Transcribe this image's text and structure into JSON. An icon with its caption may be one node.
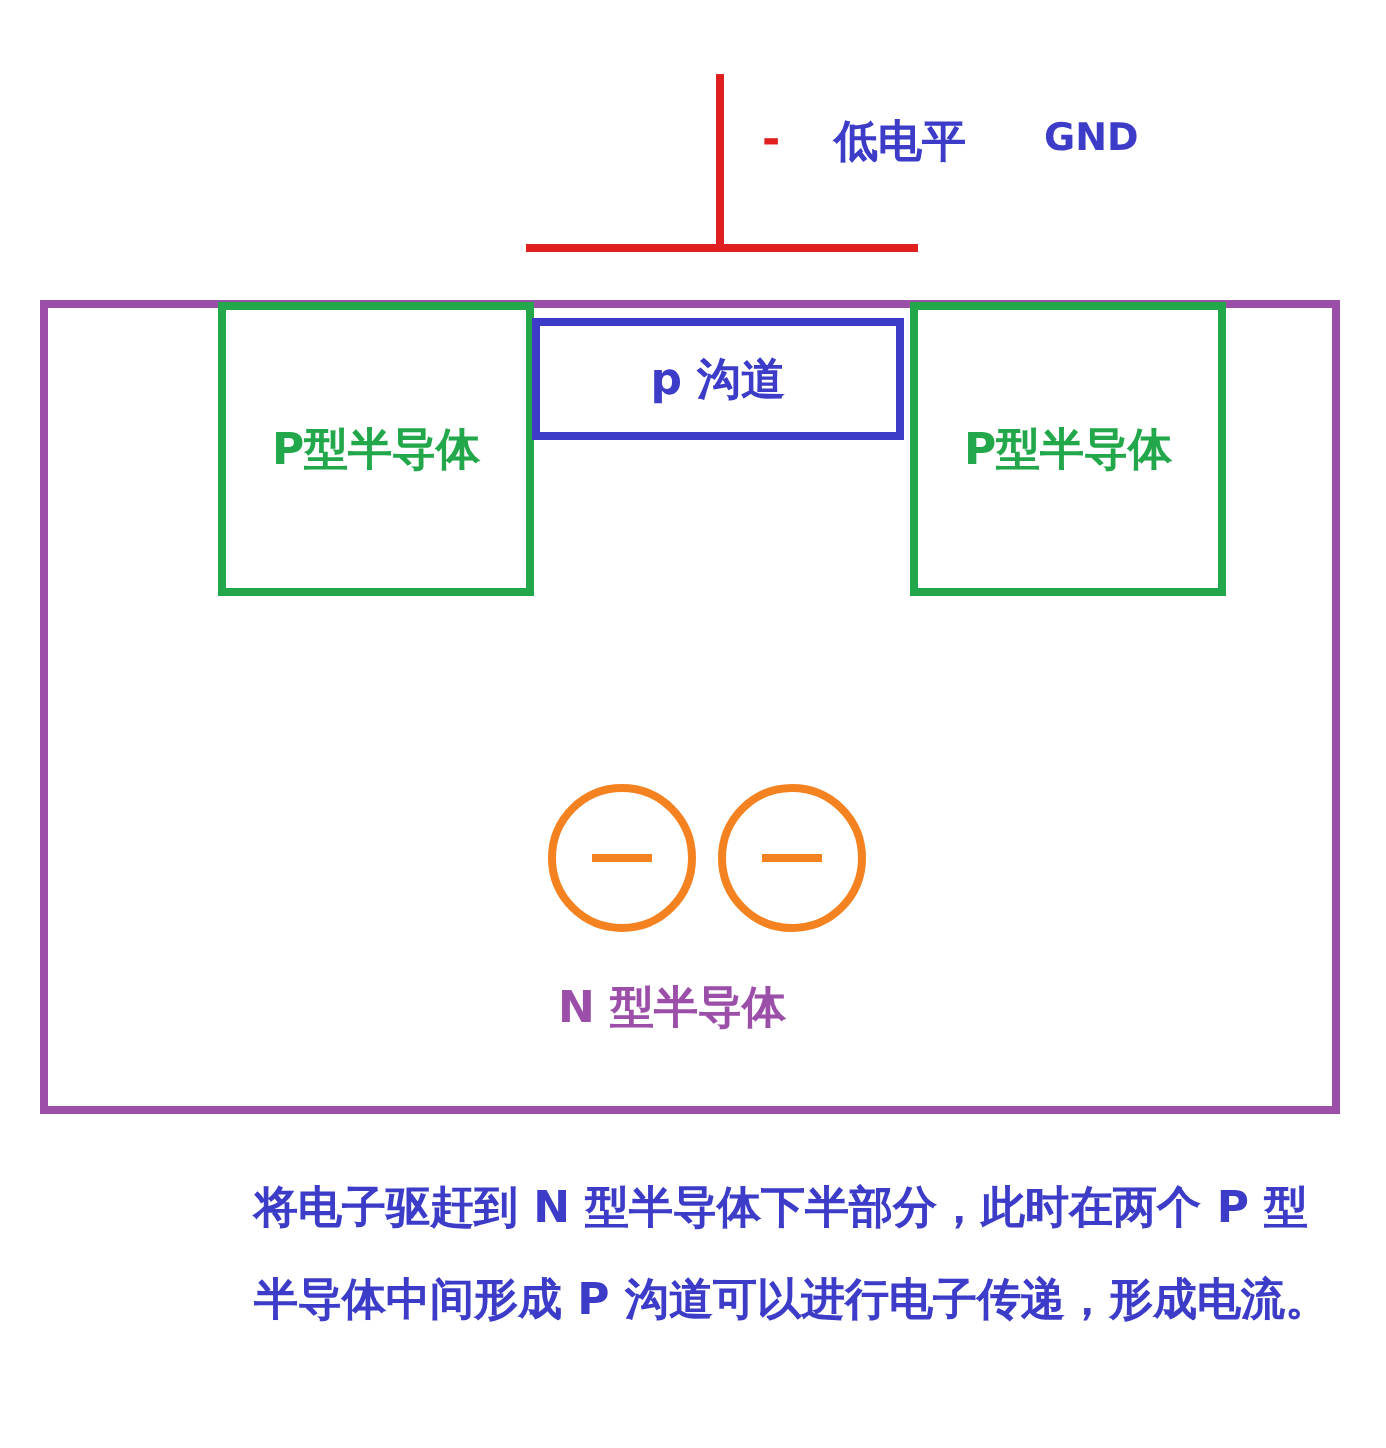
{
  "diagram": {
    "nodes": [
      {
        "text": [
          "N 型半导体"
        ]
      },
      {
        "text": [
          "P型半导体"
        ],
        "in": 0
      },
      {
        "text": [
          "p 沟道"
        ],
        "in": 0
      },
      {
        "text": [
          "P型半导体"
        ],
        "in": 0
      },
      {
        "text": [],
        "shape": "circle",
        "in": 0
      },
      {
        "text": [],
        "shape": "circle",
        "in": 0
      }
    ],
    "labels": [
      "-",
      "低电平",
      "GND"
    ],
    "caption": "将电子驱赶到 N 型半导体下半部分，此时在两个 P 型半导体中间形成 P 沟道可以进行电子传递，形成电流。"
  }
}
